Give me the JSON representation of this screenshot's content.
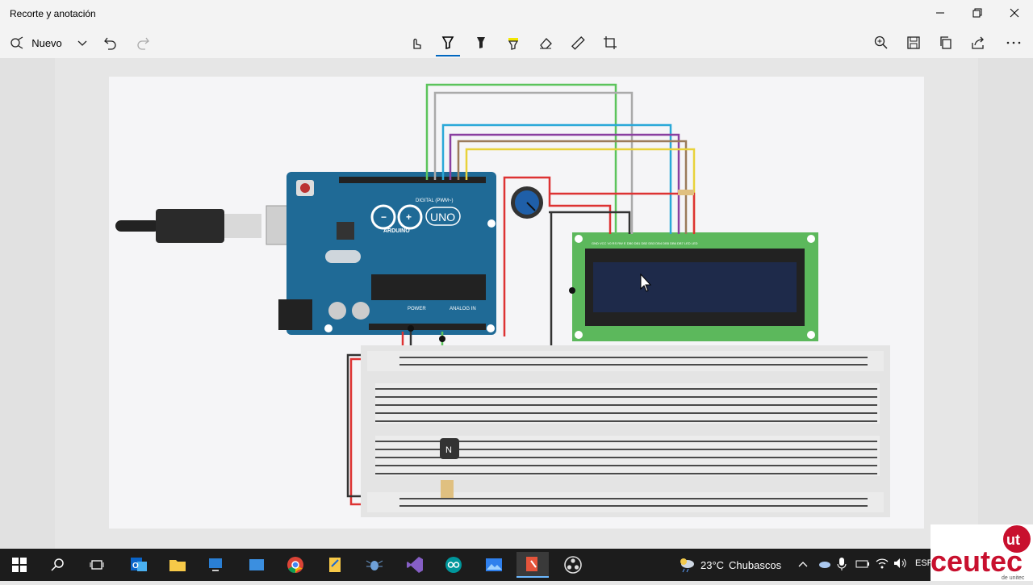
{
  "window": {
    "title": "Recorte y anotación"
  },
  "toolbar": {
    "new_label": "Nuevo"
  },
  "circuit": {
    "lcd_pins": "GND VCC V0 RS RW E DB0 DB1 DB2 DB3 DB4 DB5 DB6 DB7 LED LED",
    "arduino_digital": "DIGITAL (PWM~)",
    "arduino_power": "POWER",
    "arduino_analog": "ANALOG IN",
    "arduino_brand": "ARDUINO",
    "arduino_model": "UNO",
    "transistor_label": "N"
  },
  "taskbar": {
    "weather_temp": "23°C",
    "weather_text": "Chubascos",
    "lang": "ESP"
  },
  "brand": {
    "name": "ceutec",
    "sub": "de unitec",
    "logo": "ut"
  }
}
